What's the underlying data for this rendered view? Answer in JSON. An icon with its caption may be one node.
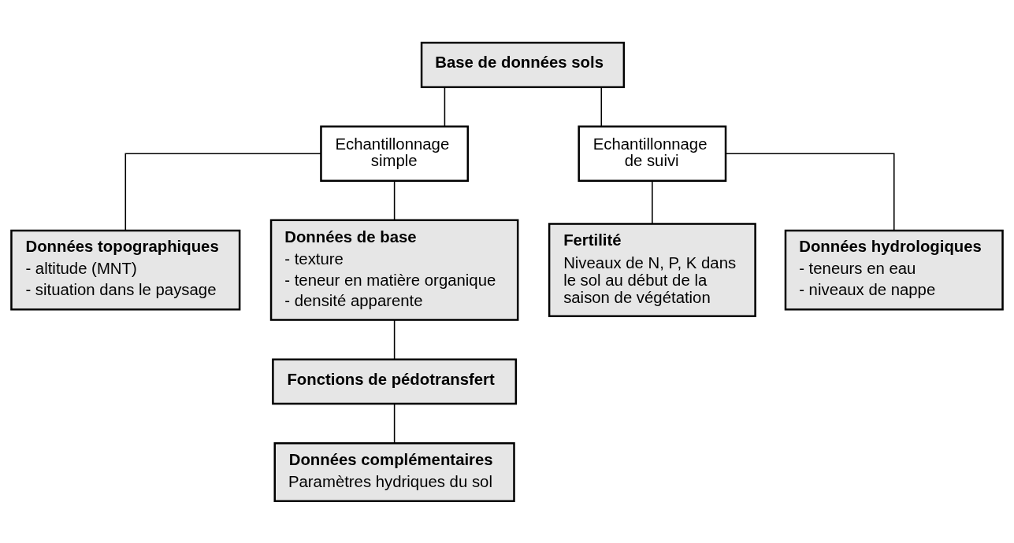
{
  "diagram": {
    "nodes": [
      {
        "text": [
          "Base de données sols"
        ]
      },
      {
        "text": [
          "Echantillonnage simple"
        ]
      },
      {
        "text": [
          "Echantillonnage de suivi"
        ]
      },
      {
        "text": [
          "Données topographiques",
          "- altitude (MNT)",
          "- situation dans le paysage"
        ]
      },
      {
        "text": [
          "Données de base",
          "- texture",
          "- teneur en matière organique",
          "- densité apparente"
        ]
      },
      {
        "text": [
          "Fertilité",
          "Niveaux de N, P, K dans le sol au début de la saison de végétation"
        ]
      },
      {
        "text": [
          "Données hydrologiques",
          "- teneurs en eau",
          "- niveaux de nappe"
        ]
      },
      {
        "text": [
          "Fonctions de pédotransfert"
        ]
      },
      {
        "text": [
          "Données complémentaires",
          "Paramètres hydriques du sol"
        ]
      }
    ],
    "edges": [
      {
        "from": 0,
        "to": 1,
        "arrow": "none"
      },
      {
        "from": 0,
        "to": 2,
        "arrow": "none"
      },
      {
        "from": 1,
        "to": 3,
        "arrow": "none"
      },
      {
        "from": 1,
        "to": 4,
        "arrow": "none"
      },
      {
        "from": 2,
        "to": 5,
        "arrow": "none"
      },
      {
        "from": 2,
        "to": 6,
        "arrow": "none"
      },
      {
        "from": 4,
        "to": 7,
        "arrow": "none"
      },
      {
        "from": 7,
        "to": 8,
        "arrow": "none"
      }
    ]
  }
}
